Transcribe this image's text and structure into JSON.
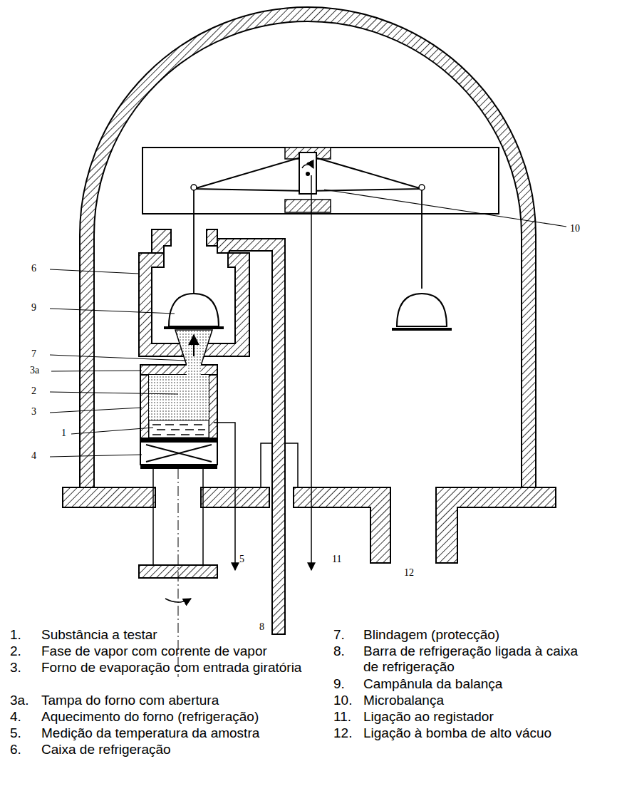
{
  "diagram": {
    "labels": [
      "10",
      "6",
      "9",
      "7",
      "3a",
      "2",
      "3",
      "1",
      "4",
      "5",
      "11",
      "12",
      "8",
      "1.",
      "Substância a testar",
      "2.",
      "Fase de vapor com corrente de vapor",
      "3.",
      "Forno de evaporação com entrada giratória",
      "3a.",
      "Tampa do forno com abertura",
      "4.",
      "Aquecimento do forno (refrigeração)",
      "5.",
      "Medição da temperatura da amostra",
      "6.",
      "Caixa de refrigeração",
      "7.",
      "Blindagem (protecção)",
      "8.",
      "Barra de refrigeração ligada à caixa de refrigeração",
      "9.",
      "Campânula da balança",
      "10.",
      "Microbalança",
      "11.",
      "Ligação ao registador",
      "12.",
      "Ligação à bomba de alto vácuo"
    ]
  }
}
